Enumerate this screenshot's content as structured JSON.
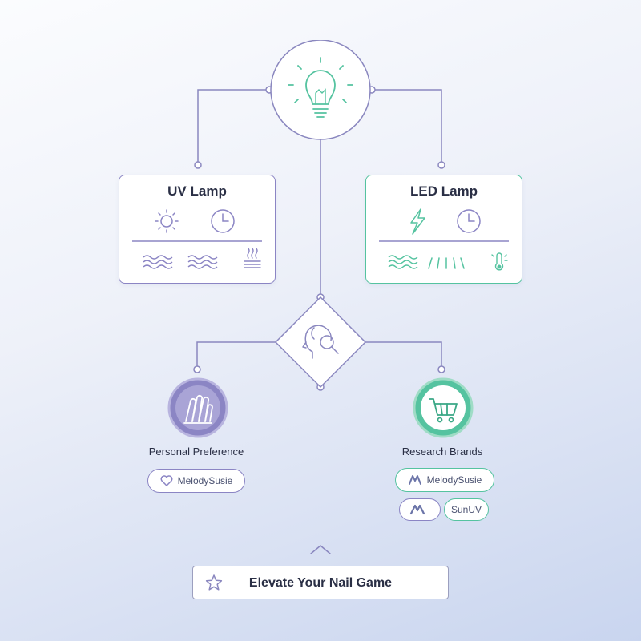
{
  "colors": {
    "purple": "#8b85c4",
    "green": "#55c3a0",
    "line": "#8a87bf",
    "text": "#2a2f45"
  },
  "top_node": {
    "icon": "lightbulb-icon"
  },
  "uv_lamp": {
    "title": "UV Lamp",
    "icons": [
      "sun-icon",
      "clock-icon",
      "waves-icon",
      "waves-icon",
      "heat-icon"
    ]
  },
  "led_lamp": {
    "title": "LED Lamp",
    "icons": [
      "lightning-icon",
      "clock-icon",
      "waves-icon",
      "light-rays-icon",
      "thermometer-icon"
    ]
  },
  "decision_node": {
    "icon": "head-search-icon"
  },
  "personal": {
    "label": "Personal Preference",
    "icon": "nail-hand-icon",
    "chip": "MelodySusie",
    "chip_icon": "heart-icon"
  },
  "research": {
    "label": "Research Brands",
    "icon": "shopping-cart-icon",
    "chips": [
      {
        "label": "MelodySusie",
        "icon": "brand-logo-icon"
      },
      {
        "label": "",
        "icon": "brand-logo-icon"
      },
      {
        "label": "SunUV",
        "icon": ""
      }
    ]
  },
  "cta": {
    "label": "Elevate Your Nail Game",
    "icon": "star-icon"
  }
}
